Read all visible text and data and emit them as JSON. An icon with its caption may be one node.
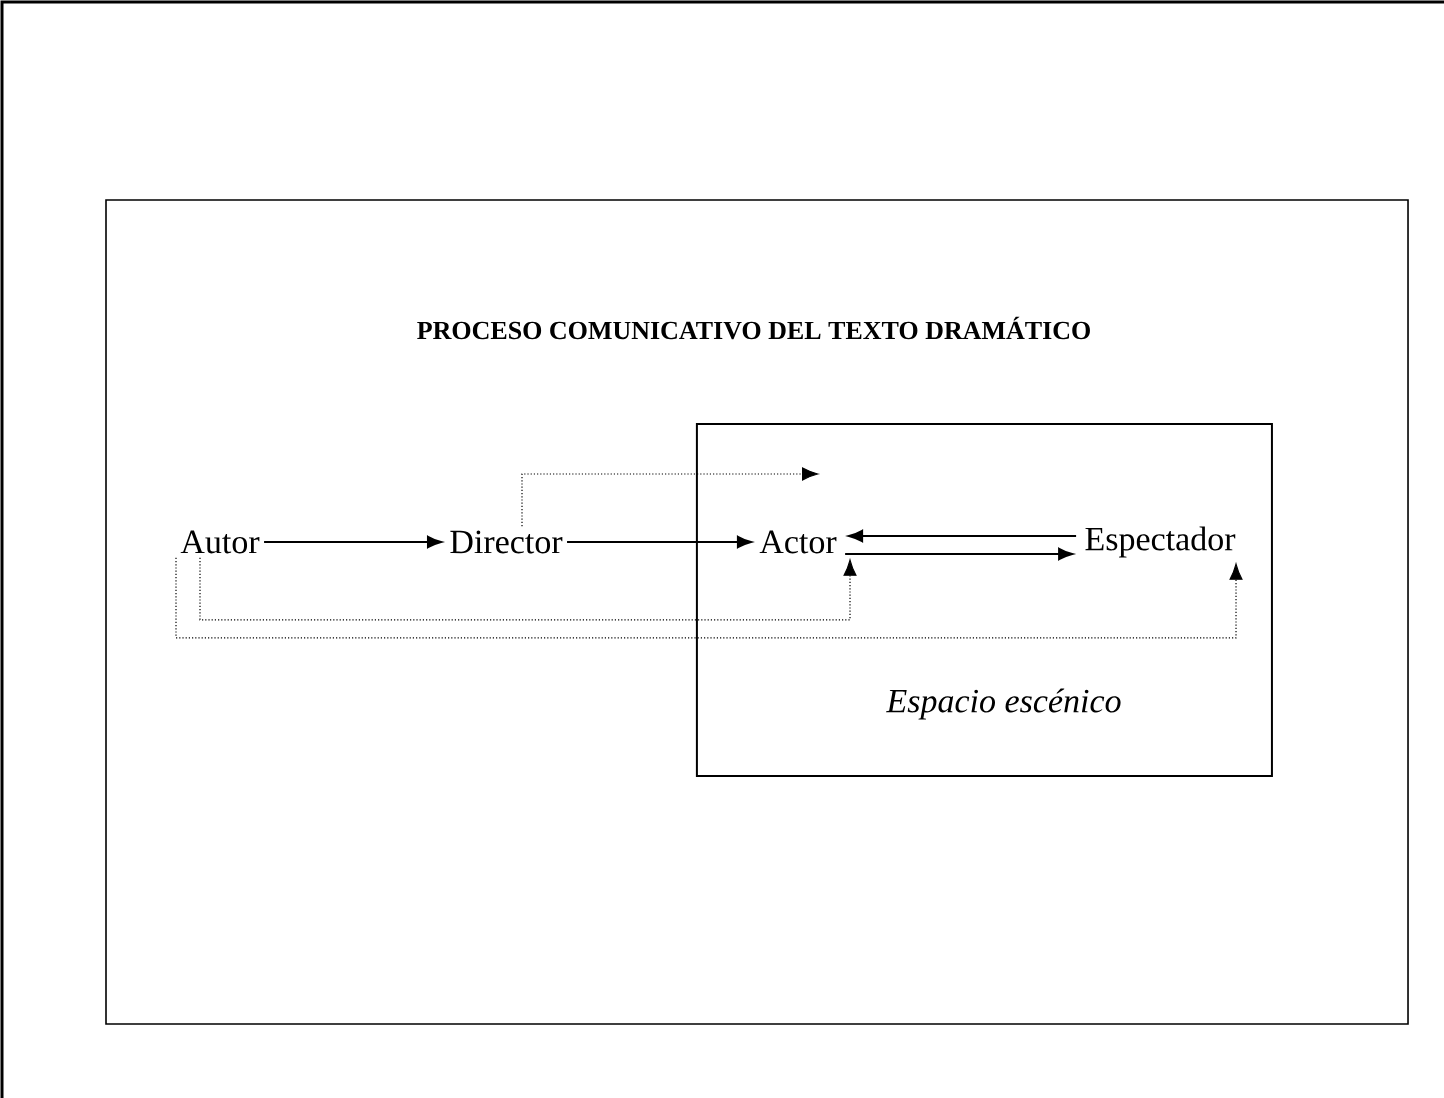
{
  "diagram": {
    "title": "PROCESO COMUNICATIVO DEL TEXTO DRAMÁTICO",
    "nodes": [
      {
        "text": [
          "Autor"
        ]
      },
      {
        "text": [
          "Director"
        ]
      },
      {
        "text": [
          "Espacio escénico"
        ]
      },
      {
        "text": [
          "Actor"
        ],
        "in": 2
      },
      {
        "text": [
          "Espectador"
        ],
        "in": 2
      }
    ],
    "edges": [
      {
        "from": 0,
        "to": 1,
        "arrow": "to"
      },
      {
        "from": 1,
        "to": 3,
        "arrow": "to"
      },
      {
        "from": 4,
        "to": 3,
        "arrow": "to"
      },
      {
        "from": 3,
        "to": 4,
        "arrow": "to"
      },
      {
        "from": 1,
        "to": null,
        "arrow": "to",
        "style": "dashed"
      },
      {
        "from": 0,
        "to": 3,
        "arrow": "to",
        "style": "dashed"
      },
      {
        "from": 0,
        "to": 4,
        "arrow": "to",
        "style": "dashed"
      }
    ]
  }
}
